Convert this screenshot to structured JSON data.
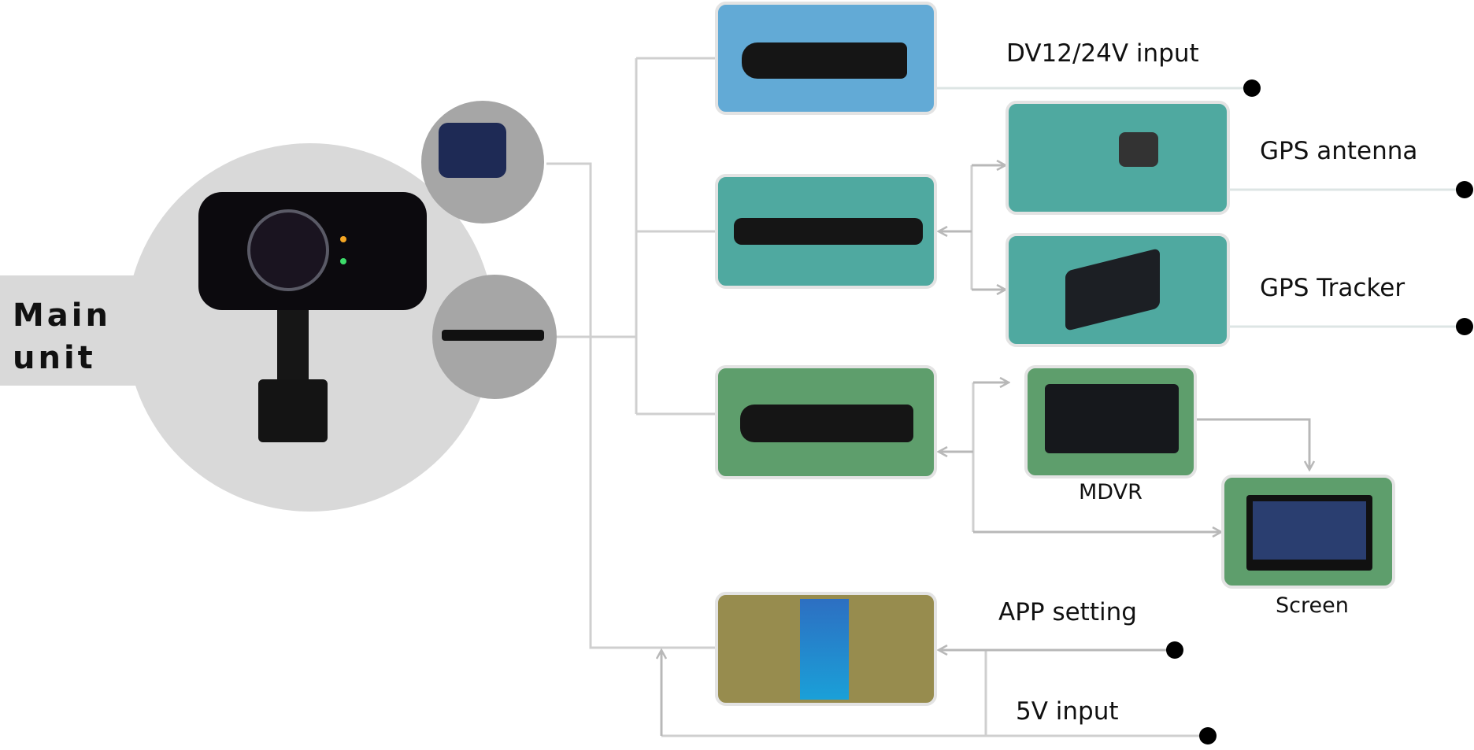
{
  "main_unit": {
    "line1": "Main",
    "line2": "unit"
  },
  "labels": {
    "dc_input": "DV12/24V input",
    "gps_antenna": "GPS antenna",
    "gps_tracker": "GPS Tracker",
    "mdvr": "MDVR",
    "screen": "Screen",
    "app_setting": "APP setting",
    "usb_input": "5V input"
  },
  "colors": {
    "blue": "#62aad6",
    "teal": "#4fa9a0",
    "green": "#5e9e6c",
    "olive": "#978c4e"
  }
}
